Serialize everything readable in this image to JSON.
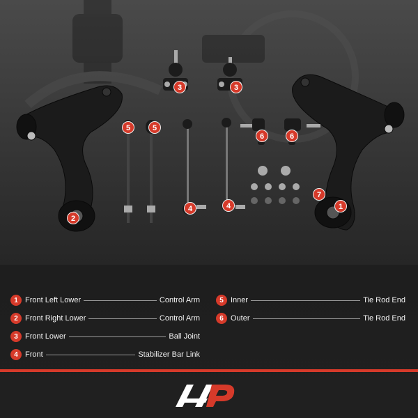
{
  "legend": {
    "items": [
      {
        "num": "1",
        "label": "Front Left Lower",
        "value": "Control Arm"
      },
      {
        "num": "2",
        "label": "Front Right Lower",
        "value": "Control Arm"
      },
      {
        "num": "3",
        "label": "Front Lower",
        "value": "Ball Joint"
      },
      {
        "num": "4",
        "label": "Front",
        "value": "Stabilizer Bar Link"
      },
      {
        "num": "5",
        "label": "Inner",
        "value": "Tie Rod End"
      },
      {
        "num": "6",
        "label": "Outer",
        "value": "Tie Rod End"
      }
    ]
  },
  "badges": {
    "b1": "1",
    "b2": "2",
    "b3a": "3",
    "b3b": "3",
    "b4a": "4",
    "b4b": "4",
    "b5a": "5",
    "b5b": "5",
    "b6a": "6",
    "b6b": "6",
    "b7": "7"
  },
  "colors": {
    "accent": "#d63a2a",
    "background": "#222222",
    "text": "#f2f2f2"
  },
  "logo": {
    "icon": "a-premium-logo"
  }
}
